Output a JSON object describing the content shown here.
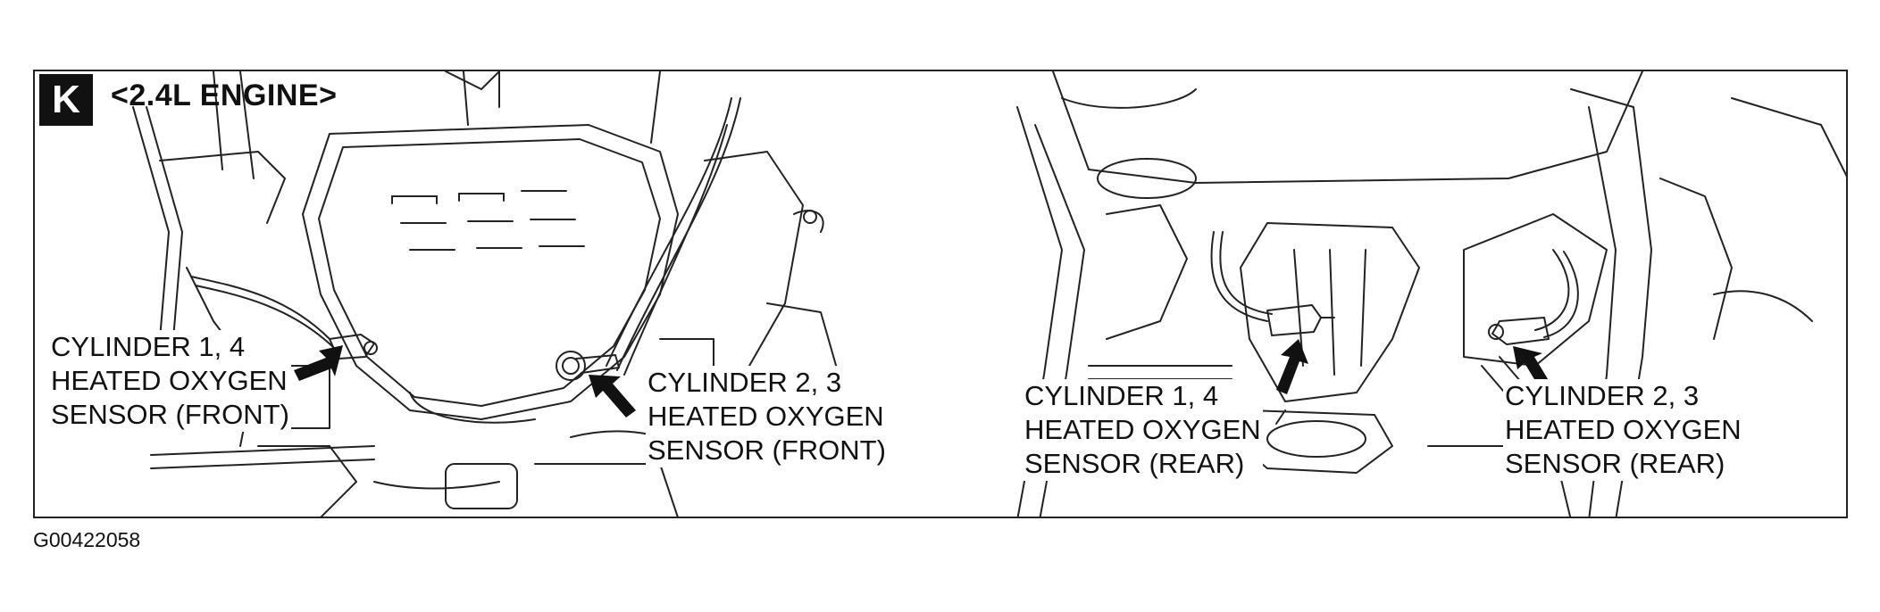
{
  "panel": {
    "letter": "K",
    "engine_label": "<2.4L ENGINE>"
  },
  "callouts": {
    "c14_front": [
      "CYLINDER 1, 4",
      "HEATED OXYGEN",
      "SENSOR (FRONT)"
    ],
    "c23_front": [
      "CYLINDER 2, 3",
      "HEATED OXYGEN",
      "SENSOR (FRONT)"
    ],
    "c14_rear": [
      "CYLINDER 1, 4",
      "HEATED OXYGEN",
      "SENSOR (REAR)"
    ],
    "c23_rear": [
      "CYLINDER 2, 3",
      "HEATED OXYGEN",
      "SENSOR (REAR)"
    ]
  },
  "figure_id": "G00422058"
}
